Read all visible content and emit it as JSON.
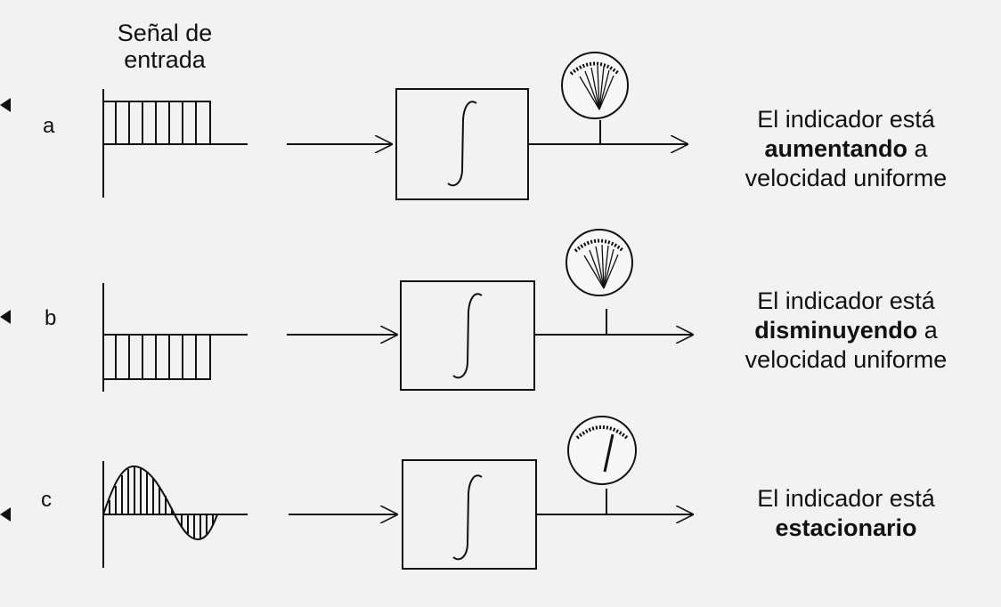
{
  "header": {
    "line1": "Señal de",
    "line2": "entrada"
  },
  "rows": [
    {
      "label": "a",
      "line1": "El indicador está",
      "bold": "aumentando",
      "suffix": " a",
      "line3": "velocidad uniforme"
    },
    {
      "label": "b",
      "line1": "El indicador está",
      "bold": "disminuyendo",
      "suffix": " a",
      "line3": "velocidad uniforme"
    },
    {
      "label": "c",
      "line1": "El indicador está",
      "bold": "estacionario",
      "suffix": "",
      "line3": ""
    }
  ],
  "colors": {
    "line": "#111111",
    "background": "#f2f2f2"
  },
  "icons": [
    "integral-icon",
    "gauge-icon",
    "arrow-icon"
  ]
}
